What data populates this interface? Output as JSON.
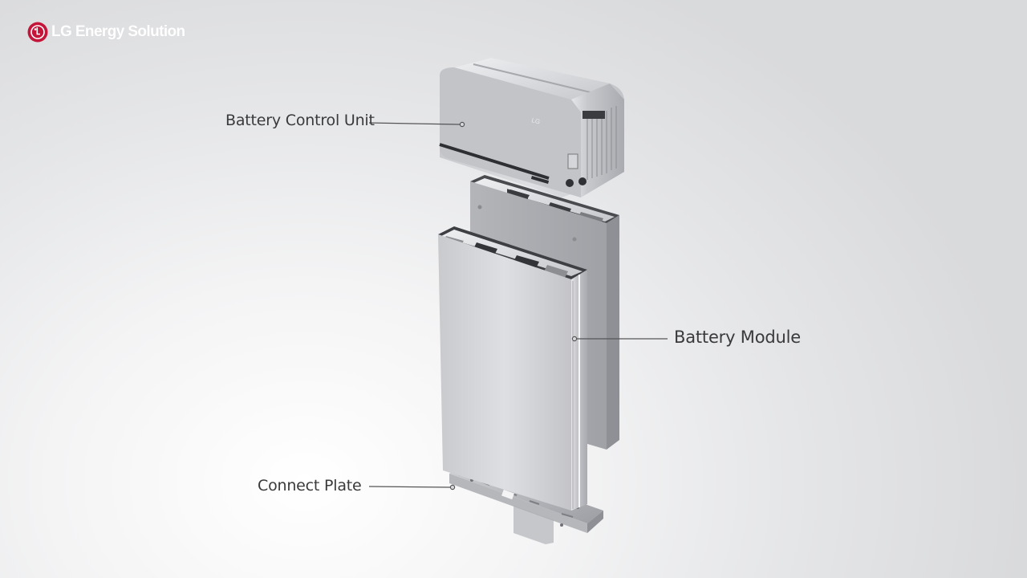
{
  "brand": {
    "name": "LG Energy Solution",
    "logo_icon": "lg-logo-icon",
    "accent_color": "#c4163b"
  },
  "callouts": [
    {
      "id": "battery-control-unit",
      "label": "Battery Control Unit"
    },
    {
      "id": "battery-module",
      "label": "Battery Module"
    },
    {
      "id": "connect-plate",
      "label": "Connect Plate"
    }
  ],
  "colors": {
    "label_text": "#3a3a3c",
    "leader_line": "#555557",
    "metal_light": "#dcdde0",
    "metal_mid": "#b9bbbf",
    "metal_dark": "#8f9196",
    "background": "#e8e9eb"
  }
}
